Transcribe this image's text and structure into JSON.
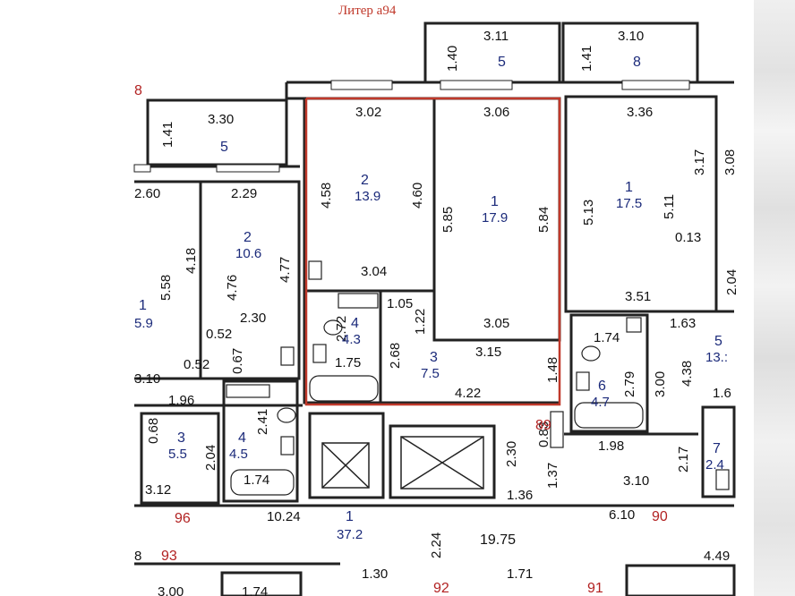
{
  "title": "Литер а94",
  "apartment_numbers": {
    "a1": "8",
    "a2": "96",
    "a3": "90",
    "a4": "89",
    "a5": "93",
    "a6": "92",
    "a7": "91",
    "a8": "8"
  },
  "room_numbers": {
    "r_b5": "5",
    "r_b8": "5",
    "r_top8": "8",
    "r_2a": "2",
    "r_1a": "1",
    "r_1b": "1",
    "r_2b": "2",
    "r_1c": "1",
    "r_1d": "1",
    "r_3a": "3",
    "r_3b": "3",
    "r_4a": "4",
    "r_4b": "4",
    "r_6": "6",
    "r_7": "7",
    "r_5b": "5"
  },
  "room_areas": {
    "a_139": "13.9",
    "a_179": "17.9",
    "a_175": "17.5",
    "a_106": "10.6",
    "a_59": "5.9",
    "a_43": "4.3",
    "a_75": "7.5",
    "a_55": "5.5",
    "a_45": "4.5",
    "a_47": "4.7",
    "a_24": "2.4",
    "a_372": "37.2",
    "a_132": "13.:"
  },
  "dimensions": {
    "d1": "3.11",
    "d2": "3.10",
    "d3": "1.40",
    "d4": "1.41",
    "d5": "3.30",
    "d6": "1.41",
    "d7": "3.02",
    "d8": "3.06",
    "d9": "3.36",
    "d10": "3.17",
    "d11": "3.08",
    "d12": "2.60",
    "d13": "2.29",
    "d14": "4.58",
    "d15": "4.60",
    "d16": "5.85",
    "d17": "5.84",
    "d18": "5.13",
    "d19": "5.11",
    "d20": "0.13",
    "d21": "4.18",
    "d22": "5.58",
    "d23": "4.76",
    "d24": "4.77",
    "d25": "3.04",
    "d26": "2.04",
    "d27": "3.51",
    "d28": "1.63",
    "d29": "1.05",
    "d30": "2.72",
    "d31": "1.22",
    "d32": "3.05",
    "d33": "1.74",
    "d34": "2.30",
    "d35": "0.52",
    "d36": "0.67",
    "d37": "0.52",
    "d38": "2.68",
    "d39": "3.15",
    "d40": "1.75",
    "d41": "1.48",
    "d42": "2.79",
    "d43": "3.00",
    "d44": "4.38",
    "d45": "3.10",
    "d46": "1.96",
    "d47": "4.22",
    "d48": "1.6",
    "d49": "0.68",
    "d50": "2.04",
    "d51": "2.41",
    "d52": "2.30",
    "d53": "0.83",
    "d54": "1.37",
    "d55": "1.98",
    "d56": "2.17",
    "d57": "3.12",
    "d58": "1.74",
    "d59": "1.36",
    "d60": "3.10",
    "d61": "10.24",
    "d62": "2.24",
    "d63": "19.75",
    "d64": "6.10",
    "d65": "4.49",
    "d66": "1.30",
    "d67": "1.71",
    "d68": "3.00",
    "d69": "1.74",
    "d70": "8"
  }
}
